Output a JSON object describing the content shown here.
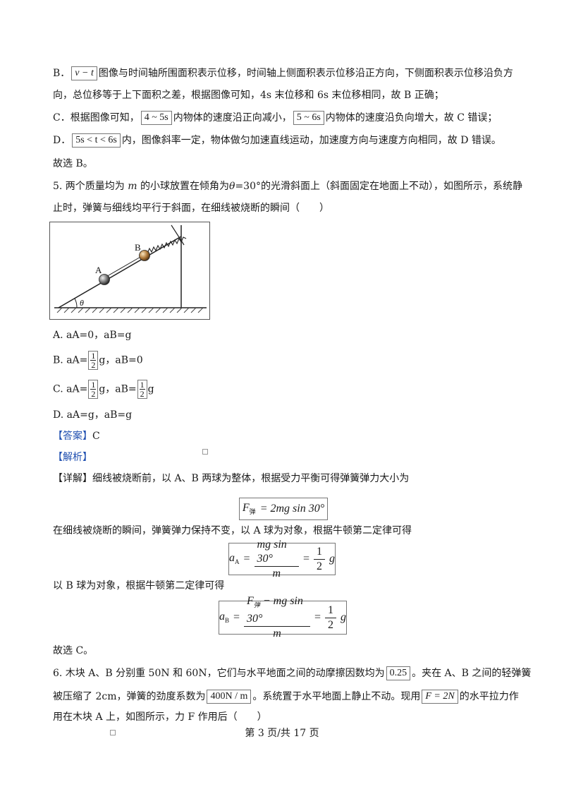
{
  "items": {
    "b_prefix": "B．",
    "b_box": "v − t",
    "b_text1": "图像与时间轴所围面积表示位移，时间轴上侧面积表示位移沿正方向，下侧面积表示位移沿负方",
    "b_text2": "向，总位移等于上下面积之差，根据图像可知，4s 末位移和 6s 末位移相同，故 B 正确；",
    "c_prefix": "C．根据图像可知，",
    "c_box1": "4 ~ 5s",
    "c_mid": "内物体的速度沿正向减小，",
    "c_box2": "5 ~ 6s",
    "c_end": "内物体的速度沿负向增大，故 C 错误；",
    "d_prefix": "D．",
    "d_box": "5s < t < 6s",
    "d_text": "内，图像斜率一定，物体做匀加速直线运动，加速度方向与速度方向相同，故 D 错误。",
    "choose_b": "故选 B。"
  },
  "q5": {
    "stem1_a": "5. 两个质量均为 ",
    "stem1_m": "m",
    "stem1_b": " 的小球放置在倾角为",
    "stem1_theta": "θ",
    "stem1_c": "=30°的光滑斜面上（斜面固定在地面上不动），如图所示，系统静",
    "stem2": "止时，弹簧与细线均平行于斜面，在细线被烧断的瞬间（　　）",
    "fig_label_a": "A",
    "fig_label_b": "B",
    "fig_label_theta": "θ",
    "opt_a": "A. aA=0，aB=g",
    "opt_b_prefix": "B. aA=",
    "opt_b_suffix": "g，aB=0",
    "opt_c_prefix": "C. aA=",
    "opt_c_mid": "g，aB=",
    "opt_c_suffix": "g",
    "opt_d": "D. aA=g，aB=g",
    "frac_num": "1",
    "frac_den": "2",
    "answer_tag": "【答案】",
    "answer": "C",
    "analysis_tag": "【解析】",
    "detail_tag": "【详解】",
    "detail1": "细线被烧断前，以 A、B 两球为整体，根据受力平衡可得弹簧弹力大小为",
    "eq1_lhs": "F",
    "eq1_sub": "弹",
    "eq1_rhs": "= 2mg sin 30°",
    "detail2": "在细线被烧断的瞬间，弹簧弹力保持不变，以 A 球为对象，根据牛顿第二定律可得",
    "eq2_lhs": "a",
    "eq2_sub": "A",
    "eq2_num": "mg sin 30°",
    "eq2_den": "m",
    "eq2_rnum": "1",
    "eq2_rden": "2",
    "eq2_g": "g",
    "detail3": "以 B 球为对象，根据牛顿第二定律可得",
    "eq3_lhs": "a",
    "eq3_sub": "B",
    "eq3_num_f": "F",
    "eq3_num_sub": "弹",
    "eq3_num_rest": " − mg sin 30°",
    "eq3_den": "m",
    "eq3_rnum": "1",
    "eq3_rden": "2",
    "eq3_g": "g",
    "choose_c": "故选 C。"
  },
  "q6": {
    "line1_a": "6. 木块 A、B 分别重 50N 和 60N，它们与水平地面之间的动摩擦因数均为",
    "box1": "0.25",
    "line1_b": "。夹在 A、B 之间的轻弹簧",
    "line2_a": "被压缩了 2cm，弹簧的劲度系数为",
    "box2": "400N / m",
    "line2_b": "。系统置于水平地面上静止不动。现用",
    "box3": "F = 2N",
    "line2_c": "的水平拉力作",
    "line3": "用在木块 A 上，如图所示，力 F 作用后（　　）"
  },
  "footer": {
    "page": "第 3 页/共 17 页"
  },
  "colors": {
    "accent_blue": "#1f4fb0",
    "text": "#1a1a1a"
  }
}
